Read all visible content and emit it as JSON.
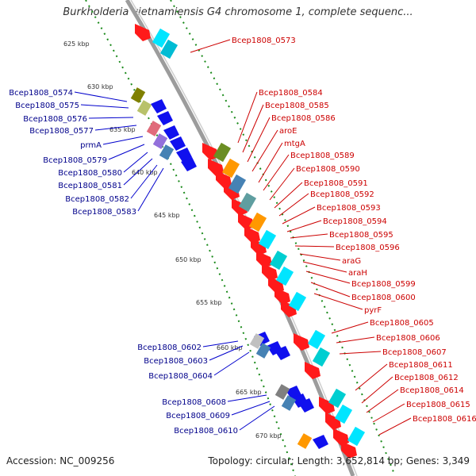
{
  "map": {
    "title": "Burkholderia vietnamiensis G4 chromosome 1, complete sequenc...",
    "accession": "Accession: NC_009256",
    "summary": "Topology: circular; Length: 3,652,814 bp; Genes: 3,349",
    "colors": {
      "forward": "#ff0000",
      "reverse": "#0000ff",
      "backbone": "#9c9c9c",
      "ticks": "#1a8a1a"
    }
  },
  "scale_labels": [
    "625 kbp",
    "630 kbp",
    "635 kbp",
    "640 kbp",
    "645 kbp",
    "650 kbp",
    "655 kbp",
    "660 kbp",
    "665 kbp",
    "670 kbp"
  ],
  "reverse_genes": [
    "Bcep1808_0574",
    "Bcep1808_0575",
    "Bcep1808_0576",
    "Bcep1808_0577",
    "prmA",
    "Bcep1808_0579",
    "Bcep1808_0580",
    "Bcep1808_0581",
    "Bcep1808_0582",
    "Bcep1808_0583",
    "Bcep1808_0602",
    "Bcep1808_0603",
    "Bcep1808_0604",
    "Bcep1808_0608",
    "Bcep1808_0609",
    "Bcep1808_0610"
  ],
  "forward_genes": [
    "Bcep1808_0573",
    "Bcep1808_0584",
    "Bcep1808_0585",
    "Bcep1808_0586",
    "aroE",
    "mtgA",
    "Bcep1808_0589",
    "Bcep1808_0590",
    "Bcep1808_0591",
    "Bcep1808_0592",
    "Bcep1808_0593",
    "Bcep1808_0594",
    "Bcep1808_0595",
    "Bcep1808_0596",
    "araG",
    "araH",
    "Bcep1808_0599",
    "Bcep1808_0600",
    "pyrF",
    "Bcep1808_0605",
    "Bcep1808_0606",
    "Bcep1808_0607",
    "Bcep1808_0611",
    "Bcep1808_0612",
    "Bcep1808_0614",
    "Bcep1808_0615",
    "Bcep1808_0616"
  ]
}
